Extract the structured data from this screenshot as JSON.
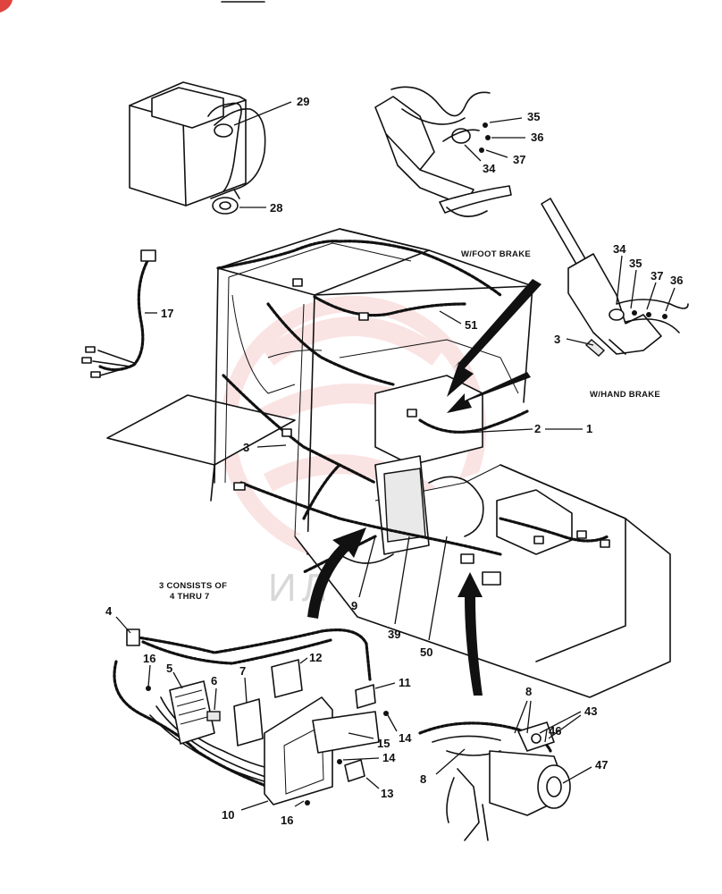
{
  "captions": {
    "foot_brake": "W/FOOT BRAKE",
    "hand_brake": "W/HAND BRAKE",
    "consists_line1": "3 CONSISTS OF",
    "consists_line2": "4 THRU 7"
  },
  "watermark": "ИЛТЕХ",
  "callouts": {
    "c1": "1",
    "c2": "2",
    "c3_hand": "3",
    "c3_cab": "3",
    "c4": "4",
    "c5": "5",
    "c6": "6",
    "c7": "7",
    "c8_top": "8",
    "c8_left": "8",
    "c9": "9",
    "c10": "10",
    "c11": "11",
    "c12": "12",
    "c13": "13",
    "c14_a": "14",
    "c14_b": "14",
    "c15": "15",
    "c16_a": "16",
    "c16_b": "16",
    "c17": "17",
    "c28": "28",
    "c29": "29",
    "c34_foot": "34",
    "c35_foot": "35",
    "c36_foot": "36",
    "c37_foot": "37",
    "c34_hand": "34",
    "c35_hand": "35",
    "c36_hand": "36",
    "c37_hand": "37",
    "c39": "39",
    "c43": "43",
    "c46": "46",
    "c47": "47",
    "c50": "50",
    "c51": "51"
  },
  "colors": {
    "line": "#111111",
    "watermark_red": "#e0443e",
    "watermark_gray": "#d8d8d8"
  }
}
